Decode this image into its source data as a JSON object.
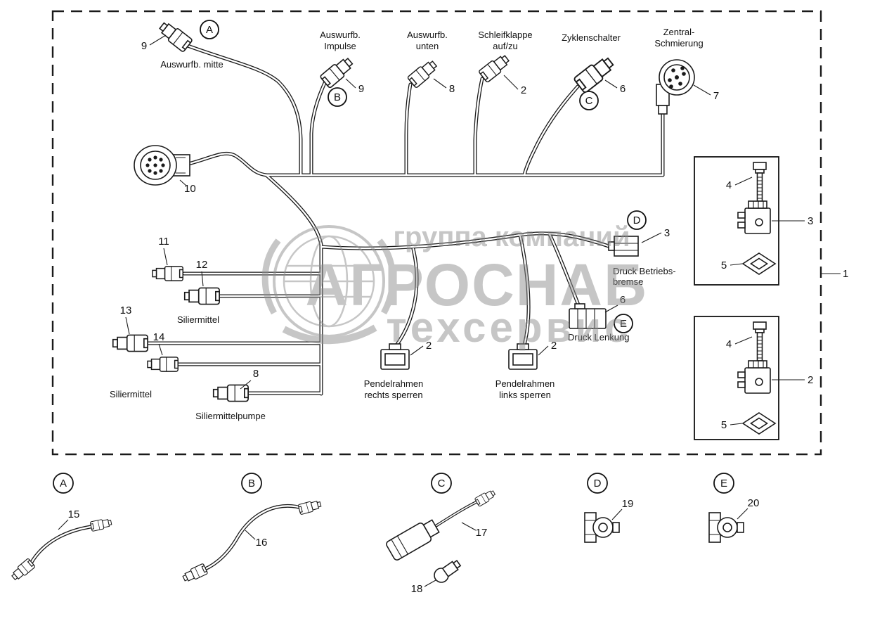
{
  "colors": {
    "line": "#1a1a1a",
    "watermark_gray": "#8f8f8f",
    "background": "#ffffff"
  },
  "watermark": {
    "line1": "группа компаний",
    "line2": "АГРОСНАБ",
    "line3": "техсервис"
  },
  "parts": {
    "assembly_num": "1",
    "auswurfb_mitte": {
      "callout": "A",
      "num": "9",
      "label": "Auswurfb. mitte"
    },
    "auswurfb_impulse": {
      "callout": "B",
      "num": "9",
      "label1": "Auswurfb.",
      "label2": "Impulse"
    },
    "auswurfb_unten": {
      "num": "8",
      "label1": "Auswurfb.",
      "label2": "unten"
    },
    "schleifklappe": {
      "num": "2",
      "label1": "Schleifklappe",
      "label2": "auf/zu"
    },
    "zyklenschalter": {
      "callout": "C",
      "num": "6",
      "label": "Zyklenschalter"
    },
    "zentralschmierung": {
      "num": "7",
      "label1": "Zentral-",
      "label2": "Schmierung"
    },
    "hauptstecker": {
      "num": "10"
    },
    "siliermittel_oben": {
      "num1": "11",
      "num2": "12",
      "label": "Siliermittel"
    },
    "siliermittel_unten": {
      "num1": "13",
      "num2": "14",
      "label": "Siliermittel"
    },
    "siliermittelpumpe": {
      "num": "8",
      "label": "Siliermittelpumpe"
    },
    "pendelrahmen_rechts": {
      "num": "2",
      "label1": "Pendelrahmen",
      "label2": "rechts sperren"
    },
    "pendelrahmen_links": {
      "num": "2",
      "label1": "Pendelrahmen",
      "label2": "links sperren"
    },
    "druck_betriebsbremse": {
      "callout": "D",
      "num": "3",
      "label1": "Druck Betriebs-",
      "label2": "bremse"
    },
    "druck_lenkung": {
      "callout": "E",
      "num": "6",
      "label": "Druck Lenkung"
    },
    "kit_oben": {
      "schraube": "4",
      "stecker": "3",
      "dichtung": "5"
    },
    "kit_unten": {
      "schraube": "4",
      "stecker": "2",
      "dichtung": "5"
    }
  },
  "legend": {
    "a": {
      "callout": "A",
      "num": "15"
    },
    "b": {
      "callout": "B",
      "num": "16"
    },
    "c": {
      "callout": "C",
      "num1": "17",
      "num2": "18"
    },
    "d": {
      "callout": "D",
      "num": "19"
    },
    "e": {
      "callout": "E",
      "num": "20"
    }
  }
}
